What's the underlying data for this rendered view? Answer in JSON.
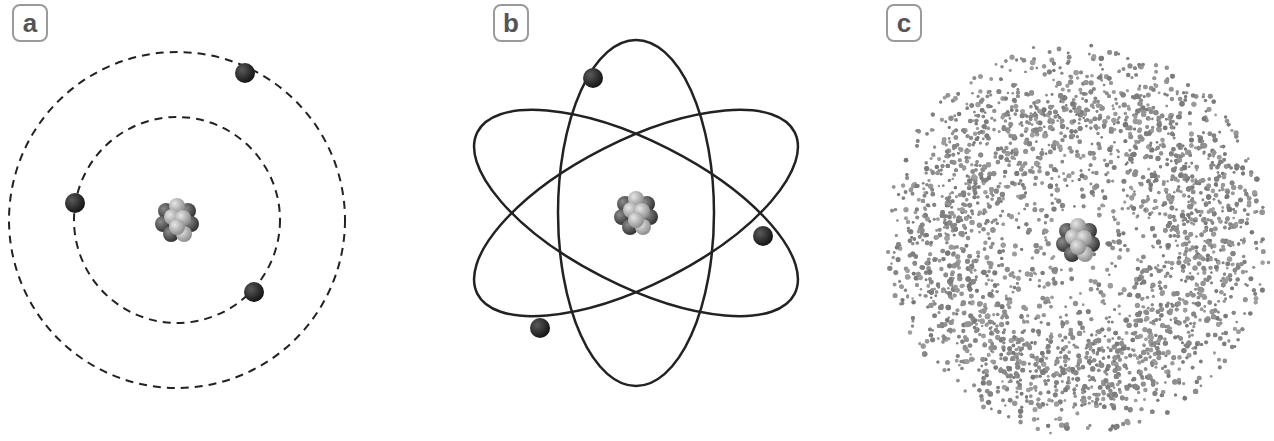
{
  "diagram": {
    "nodes": [
      {
        "text": [
          "a"
        ]
      },
      {
        "text": [
          "b"
        ]
      },
      {
        "text": [
          "c"
        ]
      }
    ]
  }
}
